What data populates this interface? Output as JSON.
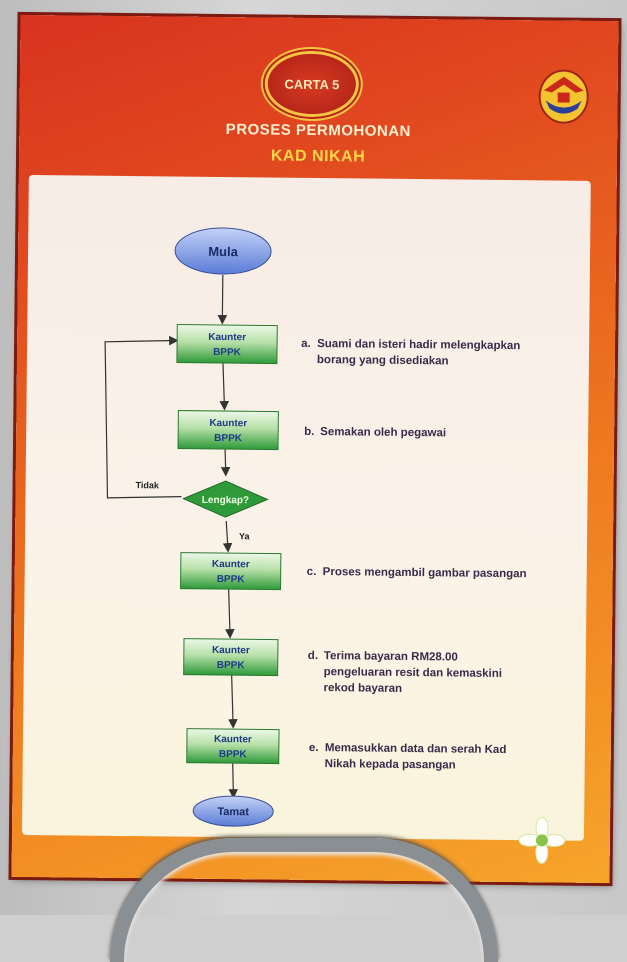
{
  "badge": "CARTA 5",
  "title_line1": "PROSES PERMOHONAN",
  "title_line2": "KAD NIKAH",
  "flow": {
    "start": "Mula",
    "end": "Tamat",
    "counter_line1": "Kaunter",
    "counter_line2": "BPPK",
    "decision": "Lengkap?",
    "no_label": "Tidak",
    "yes_label": "Ya"
  },
  "steps": [
    {
      "label": "a.",
      "text": "Suami dan isteri hadir melengkapkan borang yang disediakan"
    },
    {
      "label": "b.",
      "text": "Semakan oleh pegawai"
    },
    {
      "label": "c.",
      "text": "Proses mengambil gambar pasangan"
    },
    {
      "label": "d.",
      "text": "Terima bayaran RM28.00 pengeluaran resit dan kemaskini rekod bayaran"
    },
    {
      "label": "e.",
      "text": "Memasukkan data dan serah Kad Nikah kepada pasangan"
    }
  ],
  "colors": {
    "oval": "#6f8ee0",
    "box_top": "#e9f7e4",
    "box_bottom": "#2e9a3a",
    "decision": "#2e9a3a"
  }
}
